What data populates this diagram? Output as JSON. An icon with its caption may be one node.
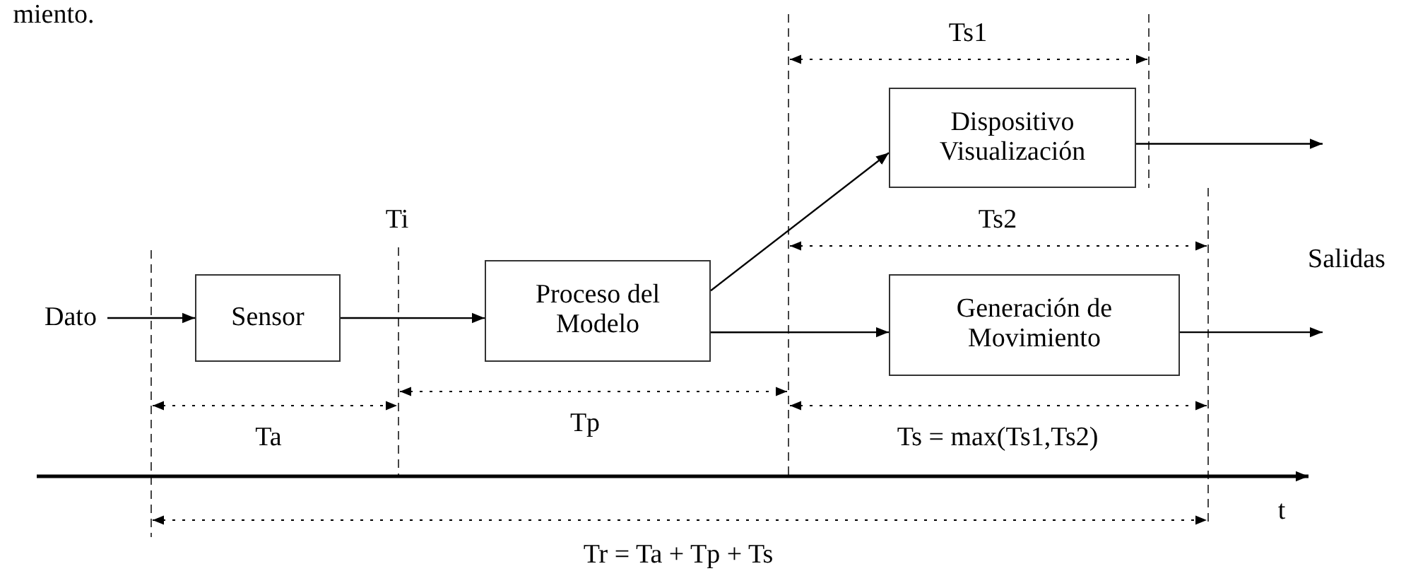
{
  "diagram": {
    "nodes": [
      {
        "text": [
          "Dato"
        ]
      },
      {
        "text": [
          "Sensor"
        ]
      },
      {
        "text": [
          "Proceso del Modelo"
        ]
      },
      {
        "text": [
          "Dispositivo Visualización"
        ]
      },
      {
        "text": [
          "Generación de Movimiento"
        ]
      }
    ],
    "edges": [
      {
        "from": 0,
        "to": 1,
        "arrow": "to"
      },
      {
        "from": 1,
        "to": 2,
        "arrow": "to"
      },
      {
        "from": 2,
        "to": 3,
        "arrow": "to"
      },
      {
        "from": 2,
        "to": 4,
        "arrow": "to"
      },
      {
        "from": 3,
        "to": null,
        "arrow": "to"
      },
      {
        "from": 4,
        "to": null,
        "arrow": "to"
      }
    ],
    "labels": [
      "miento.",
      "Ts1",
      "Ti",
      "Ts2",
      "Salidas",
      "Tp",
      "Ta",
      "Ts = max(Ts1,Ts2)",
      "t",
      "Tr = Ta + Tp + Ts"
    ]
  }
}
